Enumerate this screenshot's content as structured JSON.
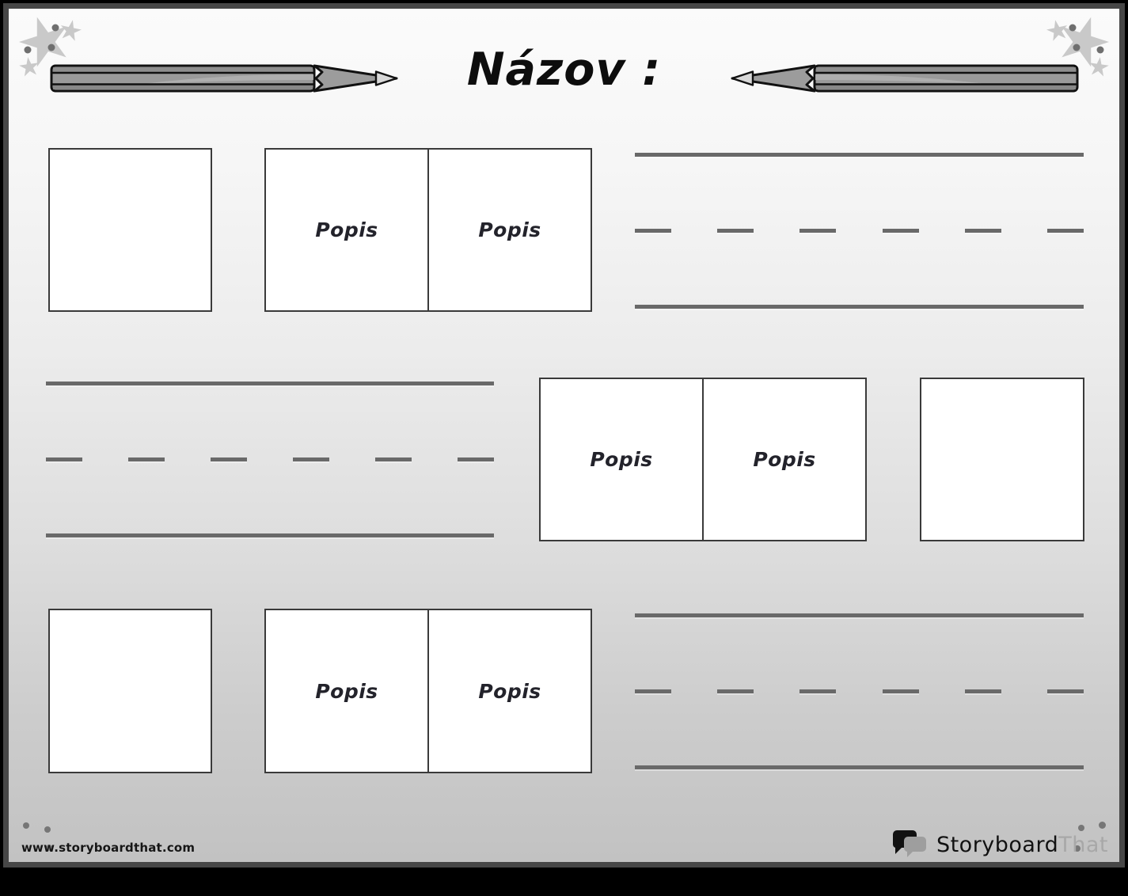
{
  "title": "Názov :",
  "labels": {
    "description": "Popis"
  },
  "footer": {
    "website": "www.storyboardthat.com",
    "logo_primary": "Storyboard",
    "logo_secondary": "That"
  },
  "rows": [
    {
      "cells": [
        "image-box",
        "description-pair",
        "writing-lines"
      ]
    },
    {
      "cells": [
        "writing-lines",
        "description-pair",
        "image-box"
      ]
    },
    {
      "cells": [
        "image-box",
        "description-pair",
        "writing-lines"
      ]
    }
  ],
  "icons": {
    "pencil_left": "pencil pointing right",
    "pencil_right": "pencil pointing left",
    "stars_top_left": "star cluster",
    "stars_top_right": "star cluster",
    "logo_bubbles": "speech bubbles"
  },
  "colors": {
    "frame": "#474747",
    "background_top": "#fbfbfb",
    "background_bottom": "#c2c2c2",
    "writing_line": "#696969",
    "box_border": "#3a3a3a",
    "box_fill": "#ffffff",
    "title_text": "#0d0d0d",
    "description_text": "#23232b",
    "star": "#c9c9c9",
    "pencil_body": "#9a9a9a",
    "logo_secondary_text": "#a8a8a8"
  }
}
